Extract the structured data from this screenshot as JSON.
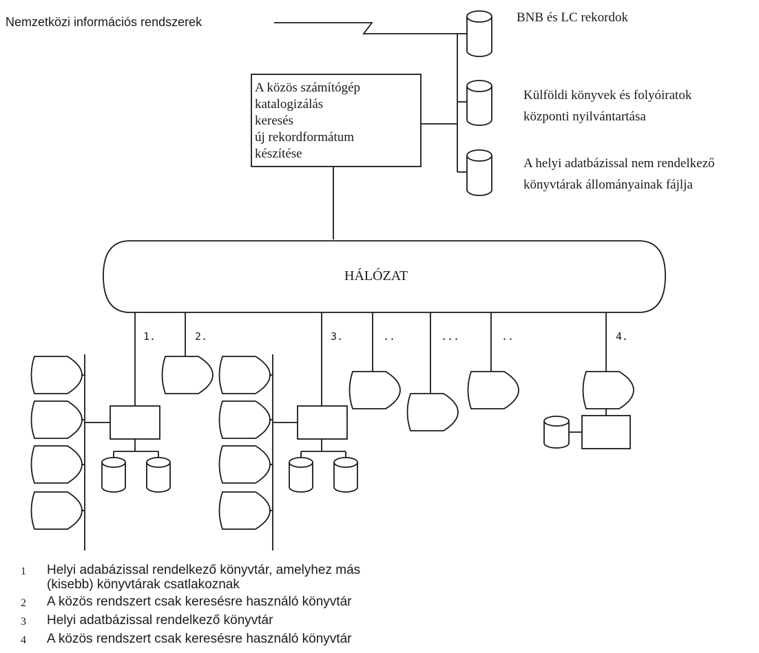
{
  "top": {
    "international_systems": "Nemzetközi információs rendszerek"
  },
  "central_box": {
    "lines": [
      "A közös számítógép",
      "katalogizálás",
      "keresés",
      "új rekordformátum",
      "készítése"
    ]
  },
  "databases": [
    {
      "lines": [
        "BNB és LC rekordok"
      ]
    },
    {
      "lines": [
        "Külföldi könyvek és folyóiratok",
        "központi nyilvántartása"
      ]
    },
    {
      "lines": [
        "A helyi adatbázissal nem rendelkező",
        "könyvtárak állományainak fájlja"
      ]
    }
  ],
  "network": {
    "label": "HÁLÓZAT"
  },
  "branch_labels": {
    "b1": "1.",
    "b2": "2.",
    "b3": "3.",
    "b_dots_a": "..",
    "b_dots_b": "...",
    "b_dots_c": "..",
    "b4": "4."
  },
  "legend": [
    {
      "num": "1",
      "lines": [
        "Helyi adabázissal rendelkező könyvtár, amelyhez más",
        "(kisebb) könyvtárak csatlakoznak"
      ]
    },
    {
      "num": "2",
      "lines": [
        "A közös rendszert csak keresésre használó könyvtár"
      ]
    },
    {
      "num": "3",
      "lines": [
        "Helyi adatbázissal rendelkező könyvtár"
      ]
    },
    {
      "num": "4",
      "lines": [
        "A közös rendszert csak keresésre használó könyvtár"
      ]
    }
  ]
}
